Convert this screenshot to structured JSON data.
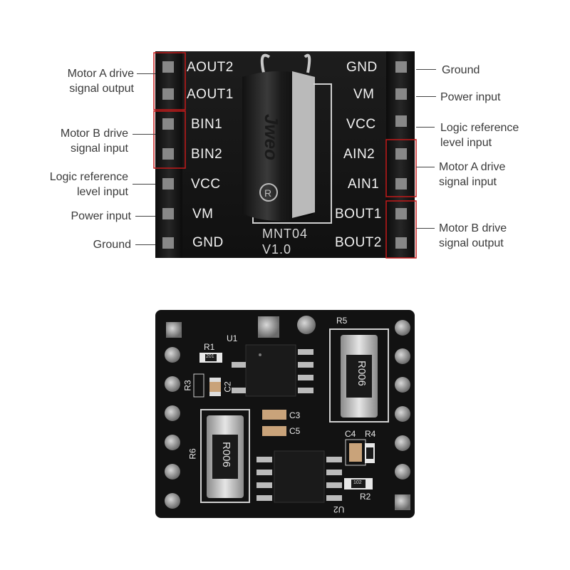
{
  "top_board": {
    "left_pins": [
      "AOUT2",
      "AOUT1",
      "BIN1",
      "BIN2",
      "VCC",
      "VM",
      "GND"
    ],
    "right_pins": [
      "GND",
      "VM",
      "VCC",
      "AIN2",
      "AIN1",
      "BOUT1",
      "BOUT2"
    ],
    "model": "MNT04",
    "version": "V1.0",
    "capacitor_brand": "Jweo"
  },
  "left_annotations": [
    {
      "line1": "Motor A drive",
      "line2": "signal output"
    },
    {
      "line1": "Motor B drive",
      "line2": "signal input"
    },
    {
      "line1": "Logic reference",
      "line2": "level input"
    },
    {
      "line1": "Power input",
      "line2": ""
    },
    {
      "line1": "Ground",
      "line2": ""
    }
  ],
  "right_annotations": [
    {
      "line1": "Ground",
      "line2": ""
    },
    {
      "line1": "Power input",
      "line2": ""
    },
    {
      "line1": "Logic reference",
      "line2": "level input"
    },
    {
      "line1": "Motor A drive",
      "line2": "signal input"
    },
    {
      "line1": "Motor B drive",
      "line2": "signal output"
    }
  ],
  "bottom_board": {
    "ic_top": "U1",
    "ic_bottom": "U2",
    "shunt_right": "R5",
    "shunt_left": "R6",
    "shunt_marking": "R006",
    "r1": "R1",
    "r2": "R2",
    "r3": "R3",
    "r4": "R4",
    "c2": "C2",
    "c3": "C3",
    "c4": "C4",
    "c5": "C5",
    "r1_code": "201",
    "r2_code": "102"
  }
}
